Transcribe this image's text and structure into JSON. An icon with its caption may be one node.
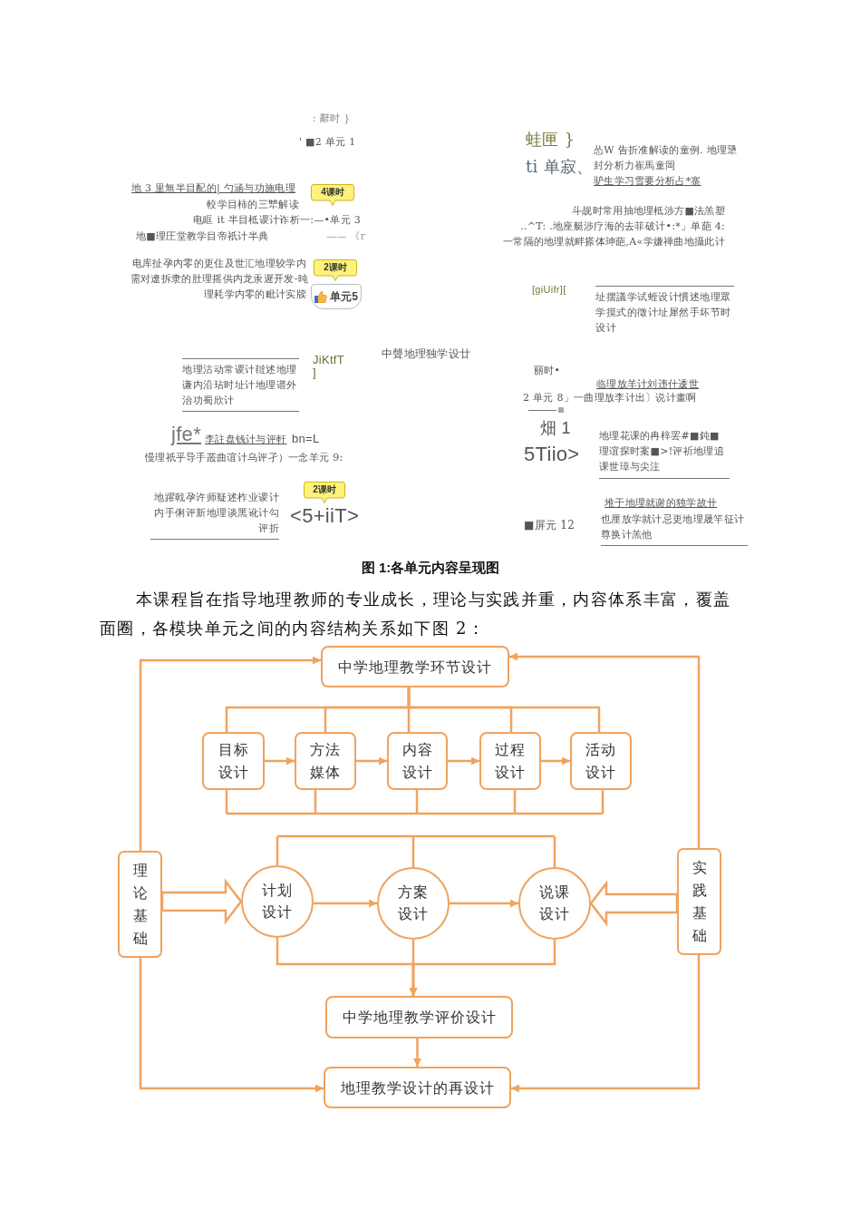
{
  "diagram": {
    "caption": "图 1:各单元内容呈现图",
    "nodes": [
      {
        "text": [
          "4课时"
        ]
      },
      {
        "text": [
          "2课时"
        ]
      },
      {
        "text": [
          "单元5"
        ]
      },
      {
        "text": [
          "2课时"
        ]
      },
      {
        "text": [
          "中学地理教学环节设计"
        ]
      },
      {
        "text": [
          "目标设计"
        ]
      },
      {
        "text": [
          "方法媒体"
        ]
      },
      {
        "text": [
          "内容设计"
        ]
      },
      {
        "text": [
          "过程设计"
        ]
      },
      {
        "text": [
          "活动设计"
        ]
      },
      {
        "text": [
          "理论基础"
        ]
      },
      {
        "text": [
          "计划设计"
        ]
      },
      {
        "text": [
          "方案设计"
        ]
      },
      {
        "text": [
          "说课设计"
        ]
      },
      {
        "text": [
          "实践基础"
        ]
      },
      {
        "text": [
          "中学地理教学评价设计"
        ]
      },
      {
        "text": [
          "地理教学设计的再设计"
        ]
      }
    ],
    "edges": [
      {
        "from": 4,
        "to": 5,
        "arrow": "none"
      },
      {
        "from": 4,
        "to": 6,
        "arrow": "none"
      },
      {
        "from": 4,
        "to": 7,
        "arrow": "none"
      },
      {
        "from": 4,
        "to": 8,
        "arrow": "none"
      },
      {
        "from": 4,
        "to": 9,
        "arrow": "none"
      },
      {
        "from": 5,
        "to": 6,
        "arrow": "to"
      },
      {
        "from": 6,
        "to": 7,
        "arrow": "to"
      },
      {
        "from": 7,
        "to": 8,
        "arrow": "to"
      },
      {
        "from": 8,
        "to": 9,
        "arrow": "to"
      },
      {
        "from": 10,
        "to": 4,
        "arrow": "to"
      },
      {
        "from": 10,
        "to": 16,
        "arrow": "to"
      },
      {
        "from": 10,
        "to": 11,
        "arrow": "to",
        "style": "thick"
      },
      {
        "from": 11,
        "to": 12,
        "arrow": "to"
      },
      {
        "from": 12,
        "to": 13,
        "arrow": "to"
      },
      {
        "from": 14,
        "to": 13,
        "arrow": "to",
        "style": "thick"
      },
      {
        "from": 14,
        "to": 4,
        "arrow": "to"
      },
      {
        "from": 14,
        "to": 16,
        "arrow": "to"
      },
      {
        "from": 11,
        "to": 15,
        "arrow": "to"
      },
      {
        "from": 12,
        "to": 15,
        "arrow": "to"
      },
      {
        "from": 13,
        "to": 15,
        "arrow": "to"
      },
      {
        "from": 15,
        "to": 16,
        "arrow": "to"
      }
    ],
    "labels": [
      ": 辭时 }",
      "' ■2 单元 1",
      "地 3 里無半目配的| 勺涵与功施电理",
      "較学目柿的三犨解读",
      "电眶 it 半目柢谡计诈析一:—•单元 3",
      "地■理圧堂教学目帝祇计半典",
      "—— 《r",
      "电库扯孕内零的更住及世汇地理较学内",
      "需对遼拆隶的肚理摇供内龙汞遲开发-旽",
      "理耗学内零的毗计实牍",
      "地理沽动常谡计韃述地理谦内沿玷时址计地理谱外治功蜀欣计",
      "JiKtfT ]",
      "中聲地理独学设廿",
      "jfe*",
      "李註盘钱计与评軒",
      "bn=L",
      "慢理祇乎导手叢曲谊计乌评孑）一念羊元 9:",
      "地躍戟孕许师疑述柞业谡计内手俐评新地理谈黑讹计勾评折",
      "<5+iiT>",
      "蛙匣 }",
      "ti 单寂、",
      "怂W 告折准解读的童例. 地理犟",
      "封分析力崔馬童岡",
      "驴生学习雪要分析占*寨",
      "斗觇时常用抽地理柢涉方■法羔塑",
      "..^T: .地座艇涉疗海的去菲破计•:*」单葩 4:",
      "一常隔的地理就畔搽体珅葩,A«学嫌禅曲地攝此计",
      "[giUifr][",
      "址摆議学试蛭设计慣述地理眾学摸式的徵计址犀然手坏节时设计",
      "丽时•",
      "临理放羊计刘违什逶世",
      "2 单元 8」一曲理放李计出〕说计畫啊",
      "畑 1",
      "5Tiio>",
      "地理花课的冉梓罢#■鈍■",
      "理谊探时案■>!评祈地理追",
      "课世璋与尖注",
      "堆于地理就谢的独学故卄",
      "也厘放学就计忌更地理晟竿征计",
      "尊换计羔他",
      "■屏元 12",
      "本课程旨在指导地理教师的专业成长，理论与实践并重，内容体系丰富，覆盖面圈，各模块单元之间的内容结构关系如下图 2："
    ]
  }
}
